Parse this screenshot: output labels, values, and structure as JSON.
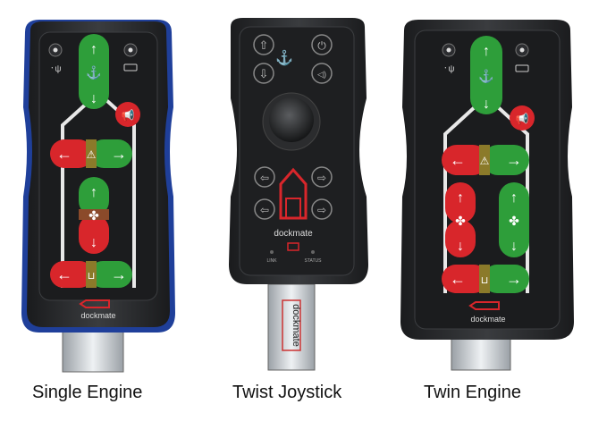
{
  "remotes": [
    {
      "caption": "Single Engine",
      "brand": "dockmate",
      "layout": "single"
    },
    {
      "caption": "Twist Joystick",
      "brand": "dockmate",
      "layout": "joystick",
      "status_labels": [
        "LINK",
        "STATUS"
      ],
      "lanyard_text": "dockmate"
    },
    {
      "caption": "Twin Engine",
      "brand": "dockmate",
      "layout": "twin"
    }
  ],
  "colors": {
    "green": "#2e9e3a",
    "red": "#d8262b",
    "body": "#2a2c2e",
    "face": "#1b1c1e",
    "blue_trim": "#1f3f9a"
  },
  "icons": [
    "arrow-up-icon",
    "arrow-down-icon",
    "arrow-left-icon",
    "arrow-right-icon",
    "anchor-icon",
    "horn-icon",
    "propeller-icon",
    "bow-thruster-icon",
    "stern-thruster-icon",
    "power-icon",
    "battery-icon",
    "antenna-icon"
  ]
}
